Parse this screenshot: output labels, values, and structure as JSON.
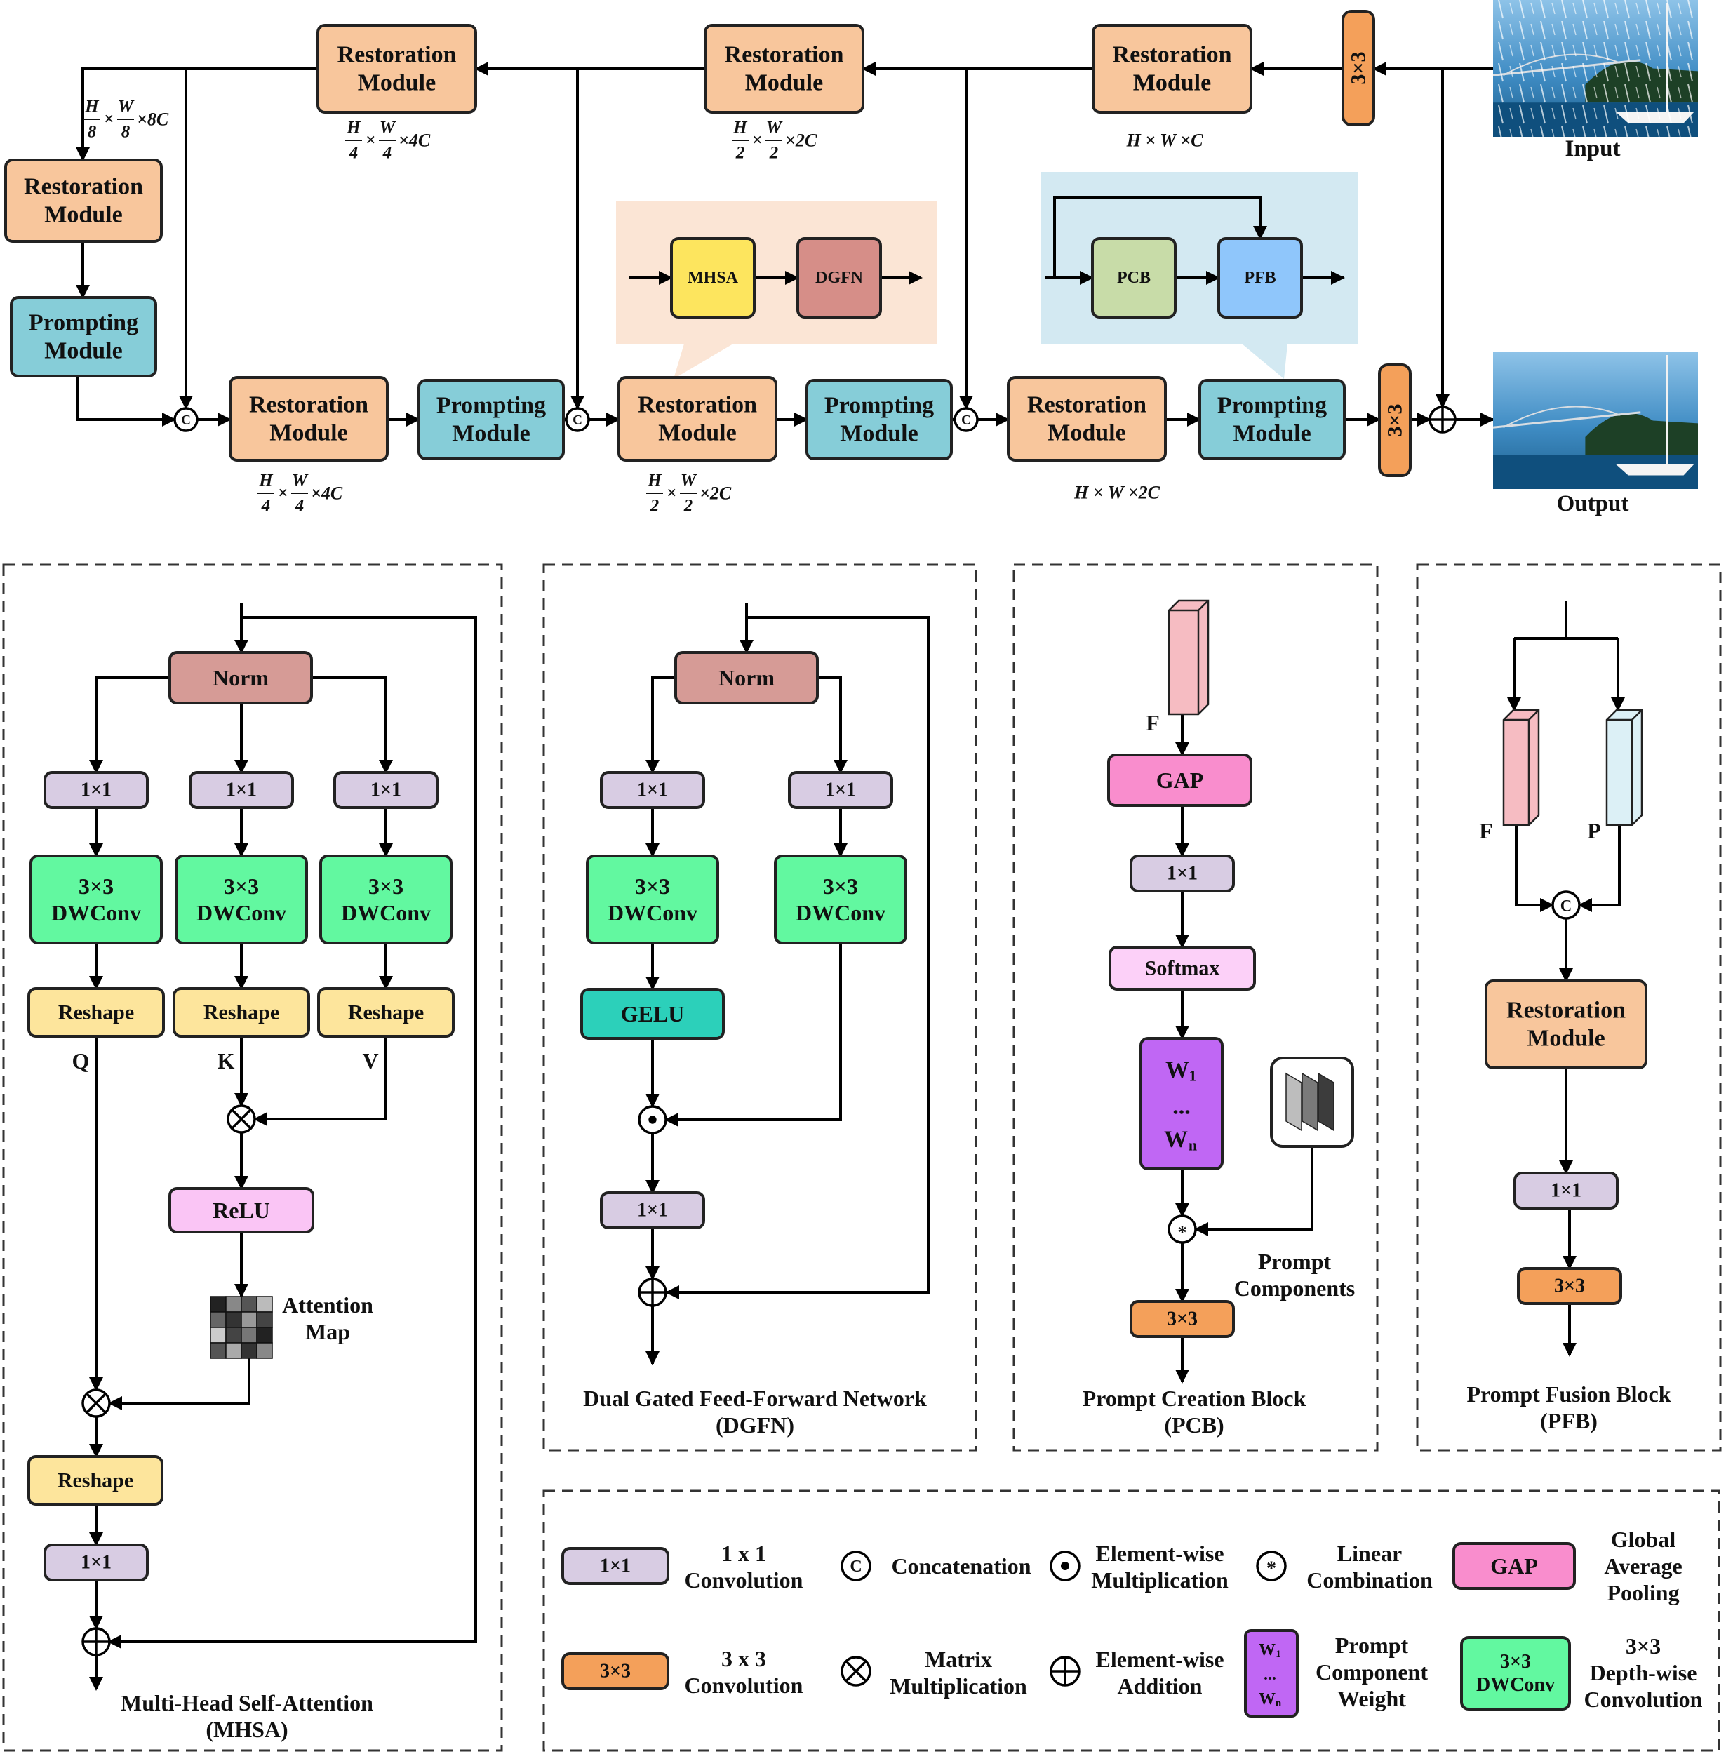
{
  "colors": {
    "restoration": "#f8c69c",
    "prompting": "#86cdd8",
    "conv1x1": "#d8cce3",
    "conv3x3": "#f4a05a",
    "dwconv": "#62f8a0",
    "norm": "#d69b96",
    "reshape": "#fde59c",
    "relu": "#fac5f5",
    "gelu": "#2cd0ba",
    "gap": "#f98dcd",
    "softmax": "#fcd0f8",
    "weight": "#c067f4",
    "mhsa": "#fde55e",
    "dgfn": "#d68e88",
    "pcb": "#c8dca8",
    "pfb": "#8fc6fb",
    "panel_peach": "#fbe5d5",
    "panel_blue": "#d3e9f2",
    "feat_pink": "#f6bcc2",
    "feat_blue": "#dcf0f6"
  },
  "labels": {
    "restoration_module": [
      "Restoration",
      "Module"
    ],
    "prompting_module": [
      "Prompting",
      "Module"
    ],
    "conv3x3": "3×3",
    "conv1x1": "1×1",
    "dwconv": [
      "3×3",
      "DWConv"
    ],
    "norm": "Norm",
    "reshape": "Reshape",
    "relu": "ReLU",
    "gelu": "GELU",
    "gap": "GAP",
    "softmax": "Softmax",
    "mhsa": "MHSA",
    "dgfn": "DGFN",
    "pcb": "PCB",
    "pfb": "PFB",
    "input": "Input",
    "output": "Output",
    "q": "Q",
    "k": "K",
    "v": "V",
    "f": "F",
    "p": "P",
    "attention_map": [
      "Attention",
      "Map"
    ],
    "prompt_components": [
      "Prompt",
      "Components"
    ],
    "weights": [
      "W",
      "1",
      "...",
      "W",
      "n"
    ],
    "op_concat": "C",
    "op_linear": "*"
  },
  "dimensions": {
    "top1": [
      "H",
      "W",
      "×C"
    ],
    "top2": [
      "H",
      "W",
      "×2C"
    ],
    "top3": [
      "H",
      "W",
      "×4C"
    ],
    "top4": [
      "H",
      "W",
      "×8C"
    ],
    "bot1": [
      "H",
      "W",
      "×4C"
    ],
    "bot2": [
      "H",
      "W",
      "×2C"
    ],
    "bot3": [
      "H",
      "W",
      "×2C"
    ],
    "fractions": {
      "top2": [
        "H",
        "2",
        "W",
        "2"
      ],
      "top3": [
        "H",
        "4",
        "W",
        "4"
      ],
      "top4": [
        "H",
        "8",
        "W",
        "8"
      ],
      "bot1": [
        "H",
        "4",
        "W",
        "4"
      ],
      "bot2": [
        "H",
        "2",
        "W",
        "2"
      ]
    }
  },
  "captions": {
    "mhsa": [
      "Multi-Head Self-Attention",
      "(MHSA)"
    ],
    "dgfn": [
      "Dual Gated Feed-Forward Network",
      "(DGFN)"
    ],
    "pcb": [
      "Prompt Creation Block",
      "(PCB)"
    ],
    "pfb": [
      "Prompt Fusion Block",
      "(PFB)"
    ]
  },
  "legend": [
    {
      "symbol": "1×1",
      "text": [
        "1 x 1",
        "Convolution"
      ]
    },
    {
      "symbol": "C",
      "text": [
        "Concatenation"
      ]
    },
    {
      "symbol": "dot",
      "text": [
        "Element-wise",
        "Multiplication"
      ]
    },
    {
      "symbol": "*",
      "text": [
        "Linear",
        "Combination"
      ]
    },
    {
      "symbol": "GAP",
      "text": [
        "Global",
        "Average",
        "Pooling"
      ]
    },
    {
      "symbol": "3×3",
      "text": [
        "3 x 3",
        "Convolution"
      ]
    },
    {
      "symbol": "otimes",
      "text": [
        "Matrix",
        "Multiplication"
      ]
    },
    {
      "symbol": "oplus",
      "text": [
        "Element-wise",
        "Addition"
      ]
    },
    {
      "symbol": "W",
      "text": [
        "Prompt",
        "Component",
        "Weight"
      ]
    },
    {
      "symbol": [
        "3×3",
        "DWConv"
      ],
      "text": [
        "3×3",
        "Depth-wise",
        "Convolution"
      ]
    }
  ]
}
